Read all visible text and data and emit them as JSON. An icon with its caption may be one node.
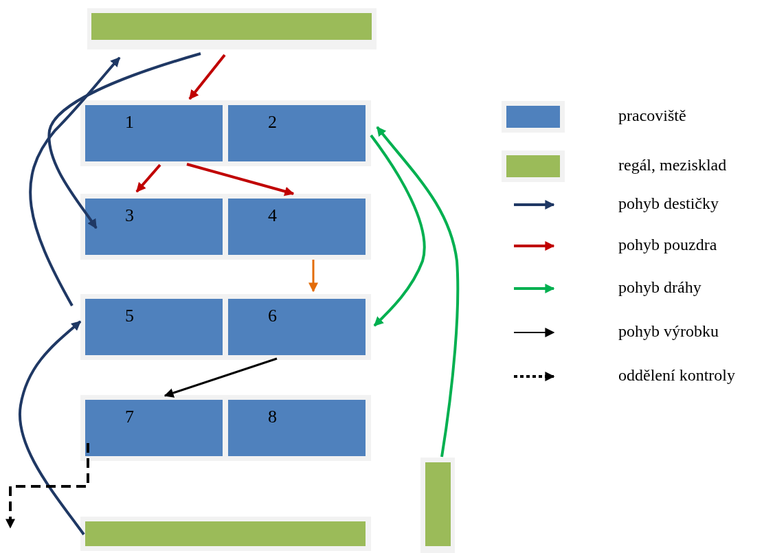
{
  "diagram": {
    "nodes": [
      {
        "text": [],
        "shape": "bar"
      },
      {
        "text": [
          "1"
        ]
      },
      {
        "text": [
          "2"
        ]
      },
      {
        "text": [
          "3"
        ]
      },
      {
        "text": [
          "4"
        ]
      },
      {
        "text": [
          "5"
        ]
      },
      {
        "text": [
          "6"
        ]
      },
      {
        "text": [
          "7"
        ]
      },
      {
        "text": [
          "8"
        ]
      },
      {
        "text": [],
        "shape": "bar"
      },
      {
        "text": [],
        "shape": "bar"
      }
    ],
    "edges": [
      {
        "from": 0,
        "to": 1,
        "arrow": "to",
        "color": "#c00000"
      },
      {
        "from": 0,
        "to": 3,
        "arrow": "to",
        "color": "#1f3864"
      },
      {
        "from": 5,
        "to": 0,
        "arrow": "to",
        "color": "#1f3864"
      },
      {
        "from": 1,
        "to": 3,
        "arrow": "to",
        "color": "#c00000"
      },
      {
        "from": 1,
        "to": 4,
        "arrow": "to",
        "color": "#c00000"
      },
      {
        "from": 2,
        "to": 6,
        "arrow": "to",
        "color": "#00b050"
      },
      {
        "from": 10,
        "to": 2,
        "arrow": "to",
        "color": "#00b050"
      },
      {
        "from": 4,
        "to": 6,
        "arrow": "to",
        "color": "#e36c09"
      },
      {
        "from": 6,
        "to": 7,
        "arrow": "to",
        "color": "#000000"
      },
      {
        "from": 9,
        "to": 5,
        "arrow": "to",
        "color": "#1f3864"
      },
      {
        "from": 7,
        "to": null,
        "arrow": "to",
        "style": "dashed",
        "color": "#000000"
      }
    ],
    "legend": [
      {
        "text": "pracoviště",
        "color": "#4f81bd"
      },
      {
        "text": "regál, mezisklad",
        "color": "#9bbb59"
      },
      {
        "text": "pohyb destičky"
      },
      {
        "text": "pohyb pouzdra"
      },
      {
        "text": "pohyb dráhy"
      },
      {
        "text": "pohyb výrobku"
      },
      {
        "text": "oddělení kontroly"
      }
    ]
  }
}
